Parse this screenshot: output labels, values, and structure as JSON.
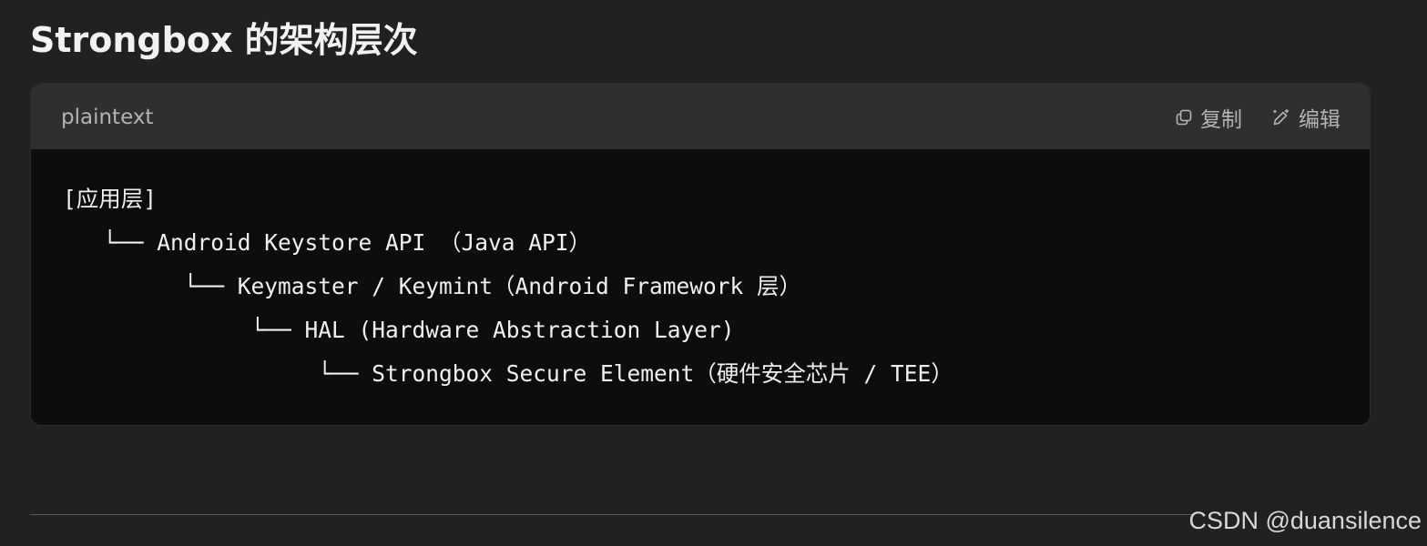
{
  "heading": {
    "title": "Strongbox 的架构层次"
  },
  "code_block": {
    "language": "plaintext",
    "copy_label": "复制",
    "copy_icon": "copy-icon",
    "edit_label": "编辑",
    "edit_icon": "edit-pen-icon",
    "lines": [
      "[应用层]",
      "   └── Android Keystore API （Java API）",
      "         └── Keymaster / Keymint（Android Framework 层）",
      "              └── HAL (Hardware Abstraction Layer)",
      "                   └── Strongbox Secure Element（硬件安全芯片 / TEE）"
    ]
  },
  "watermark": "CSDN @duansilence",
  "colors": {
    "page_background": "#212121",
    "code_header": "#2f2f2f",
    "code_body": "#0d0d0d",
    "text": "#f0f0f0",
    "muted_text": "#b4b4b4"
  }
}
